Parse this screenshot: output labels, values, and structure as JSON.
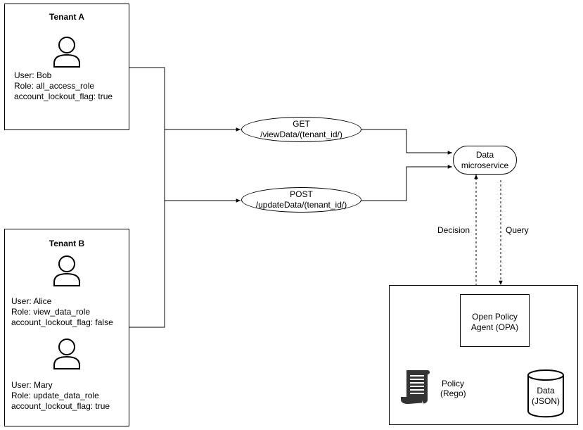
{
  "tenant_a": {
    "title": "Tenant A",
    "user_line": "User: Bob",
    "role_line": "Role: all_access_role",
    "flag_line": "account_lockout_flag: true"
  },
  "tenant_b": {
    "title": "Tenant B",
    "users": [
      {
        "user_line": "User: Alice",
        "role_line": "Role: view_data_role",
        "flag_line": "account_lockout_flag: false"
      },
      {
        "user_line": "User: Mary",
        "role_line": "Role: update_data_role",
        "flag_line": "account_lockout_flag: true"
      }
    ]
  },
  "endpoints": {
    "get": {
      "method": "GET",
      "path": "/viewData/(tenant_id/)"
    },
    "post": {
      "method": "POST",
      "path": "/updateData/(tenant_id/)"
    }
  },
  "service": {
    "line1": "Data",
    "line2": "microservice"
  },
  "edges": {
    "decision": "Decision",
    "query": "Query"
  },
  "opa": {
    "line1": "Open Policy",
    "line2": "Agent (OPA)"
  },
  "policy": {
    "line1": "Policy",
    "line2": "(Rego)"
  },
  "data_store": {
    "line1": "Data",
    "line2": "(JSON)"
  }
}
